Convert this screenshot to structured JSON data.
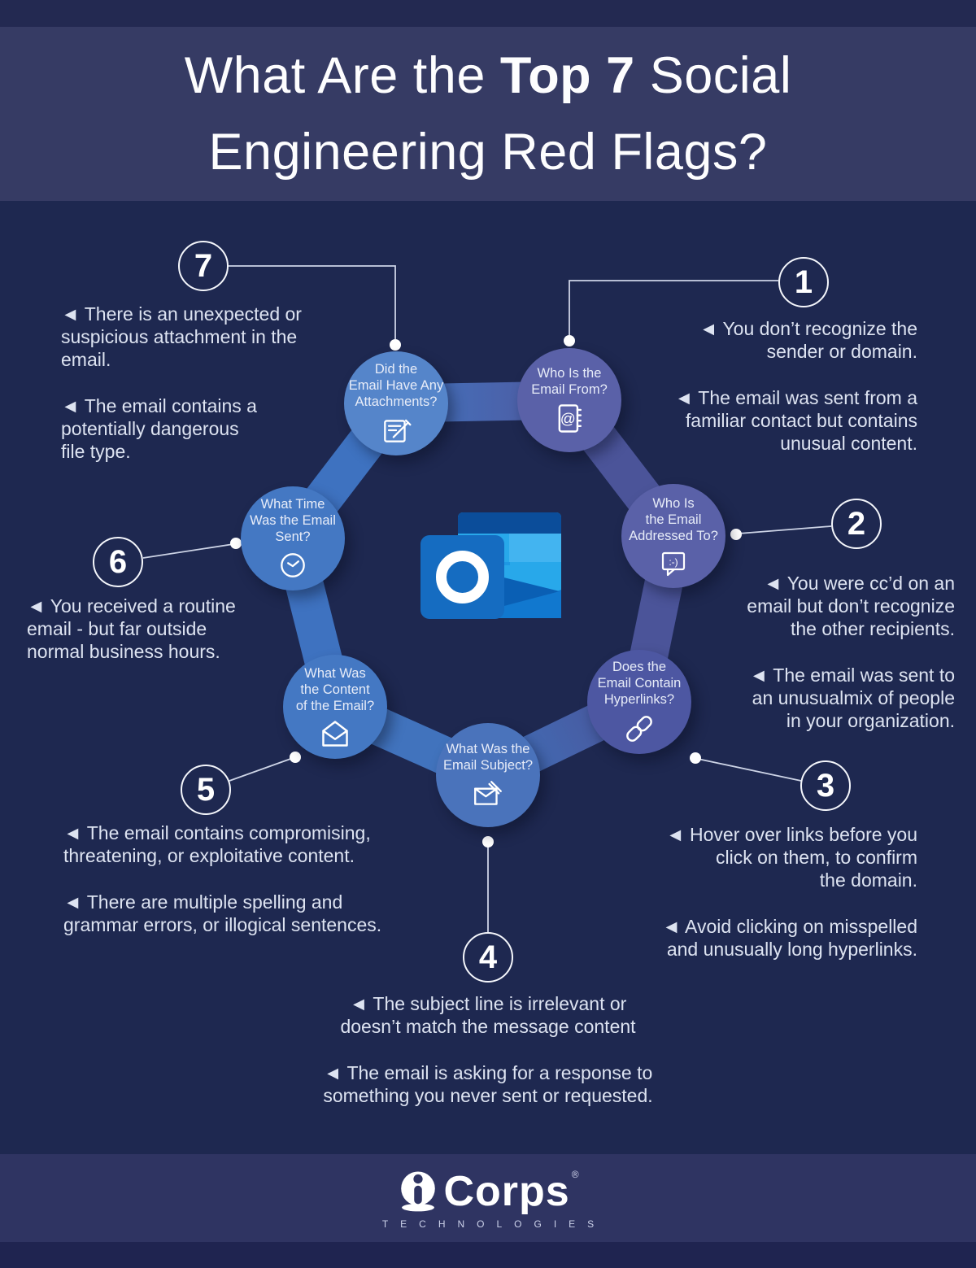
{
  "title": {
    "l1a": "What Are the ",
    "l1b": "Top 7",
    "l1c": " Social",
    "l2": "Engineering Red Flags?"
  },
  "colors": {
    "background": "#1e2850",
    "title_band": "#363b64",
    "footer_band": "#2f3462",
    "node_blue": "#4478c3",
    "node_purple": "#5a61a8",
    "ring_blue": "#3e72c0",
    "ring_purple": "#4b5499",
    "outlook_blue": "#156cc1",
    "outlook_light_blue": "#28a8ea"
  },
  "center_logo": {
    "name": "outlook-logo",
    "letter": "O"
  },
  "nodes": [
    {
      "num": "1",
      "label": "Who Is the\nEmail From?",
      "icon": "address-book-icon"
    },
    {
      "num": "2",
      "label": "Who Is\nthe Email\nAddressed To?",
      "icon": "speech-bubble-smiley-icon"
    },
    {
      "num": "3",
      "label": "Does the\nEmail Contain\nHyperlinks?",
      "icon": "hyperlink-chain-icon"
    },
    {
      "num": "4",
      "label": "What Was the\nEmail Subject?",
      "icon": "envelope-compose-icon"
    },
    {
      "num": "5",
      "label": "What Was\nthe Content\nof the Email?",
      "icon": "open-envelope-icon"
    },
    {
      "num": "6",
      "label": "What Time\nWas the Email\nSent?",
      "icon": "clock-icon"
    },
    {
      "num": "7",
      "label": "Did the\nEmail Have Any\nAttachments?",
      "icon": "compose-note-icon"
    }
  ],
  "icon_glyphs": {
    "at": "@",
    "smiley": ":-)"
  },
  "callouts": {
    "c1": {
      "number": "1",
      "bullets": [
        "◄ You don’t recognize the\nsender or domain.",
        "◄ The email was sent from a\nfamiliar contact but contains\nunusual content."
      ]
    },
    "c2": {
      "number": "2",
      "bullets": [
        "◄ You were cc’d on an\nemail but don’t recognize\nthe other recipients.",
        "◄ The email was sent to\nan unusualmix of people\nin your organization."
      ]
    },
    "c3": {
      "number": "3",
      "bullets": [
        "◄ Hover over links before you\nclick on them, to confirm\nthe domain.",
        "◄ Avoid clicking on misspelled\nand unusually long hyperlinks."
      ]
    },
    "c4": {
      "number": "4",
      "bullets": [
        "◄ The subject line is irrelevant or\ndoesn’t match the message content",
        "◄ The email is asking for a response to\nsomething you never sent or requested."
      ]
    },
    "c5": {
      "number": "5",
      "bullets": [
        "◄ The email contains compromising,\nthreatening, or exploitative content.",
        "◄ There are multiple spelling and\ngrammar errors, or illogical sentences."
      ]
    },
    "c6": {
      "number": "6",
      "bullets": [
        "◄ You received a routine\nemail - but far outside\nnormal business hours."
      ]
    },
    "c7": {
      "number": "7",
      "bullets": [
        "◄ There is an unexpected or\nsuspicious attachment in the\nemail.",
        "◄ The email contains a\npotentially dangerous\nfile type."
      ]
    }
  },
  "footer": {
    "brand_i": "i",
    "brand": "Corps",
    "registered": "®",
    "subtitle": "TECHNOLOGIES"
  }
}
